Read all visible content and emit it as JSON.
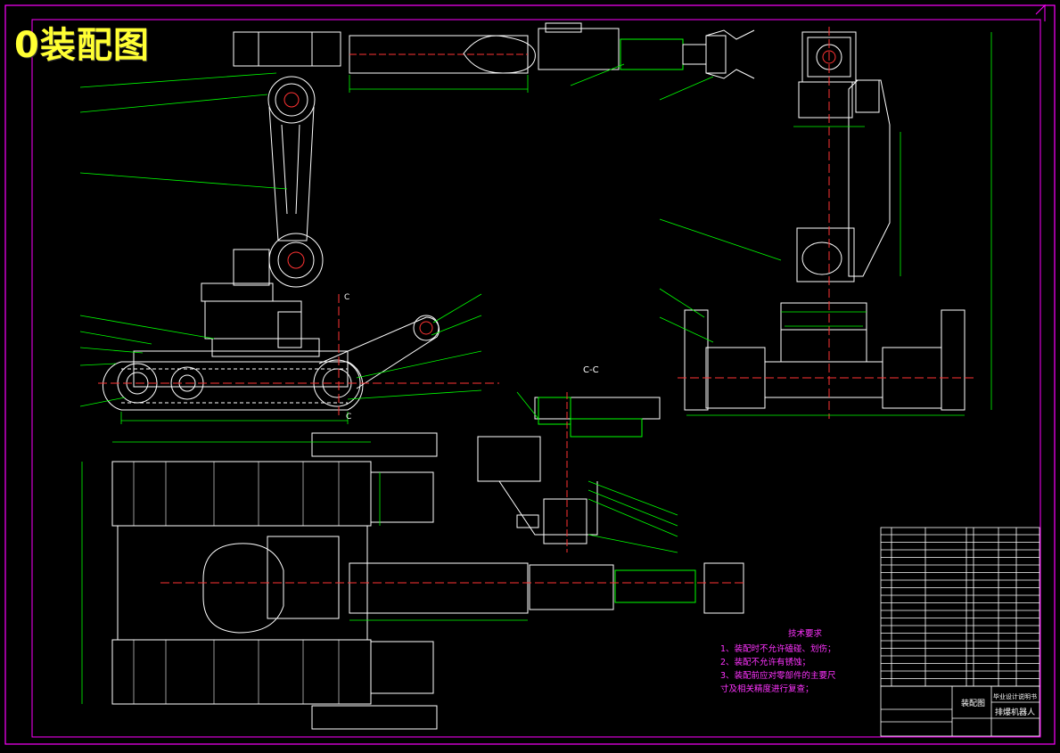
{
  "drawing": {
    "title": "0装配图",
    "section_label": "C-C",
    "cut_label_top": "C",
    "cut_label_bottom": "C"
  },
  "technical_requirements": {
    "heading": "技术要求",
    "items": [
      "1、装配时不允许磕碰、划伤；",
      "2、装配不允许有锈蚀；",
      "3、装配前应对零部件的主要尺",
      "寸及相关精度进行复查；"
    ]
  },
  "title_block": {
    "drawing_name": "装配图",
    "product_name": "排爆机器人",
    "school": "毕业设计说明书"
  },
  "colors": {
    "frame": "#ff00ff",
    "outline": "#ffffff",
    "dimension": "#00ff00",
    "centerline": "#ff3333",
    "title": "#ffff33",
    "tech_text": "#ff33ff",
    "background": "#000000"
  }
}
